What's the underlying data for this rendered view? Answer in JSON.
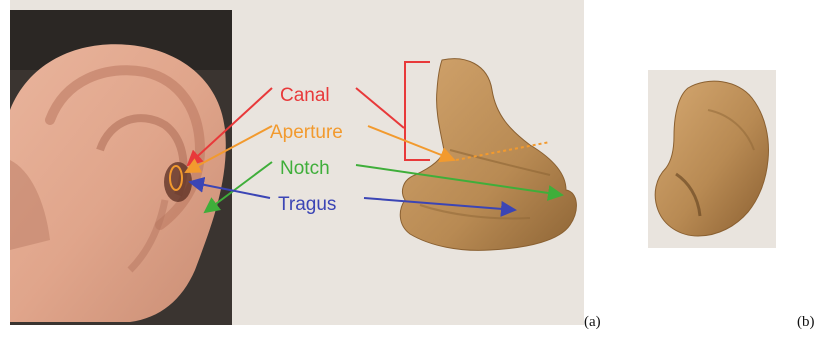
{
  "figure": {
    "panel_a": {
      "tag": "(a)",
      "labels": {
        "canal": "Canal",
        "aperture": "Aperture",
        "notch": "Notch",
        "tragus": "Tragus"
      }
    },
    "panel_b": {
      "tag": "(b)"
    }
  },
  "colors": {
    "canal": "#e8393a",
    "aperture": "#f29a2e",
    "notch": "#3fae3a",
    "tragus": "#3b45b5",
    "background_panel": "#e9e4de",
    "mold": "#b88a53"
  }
}
